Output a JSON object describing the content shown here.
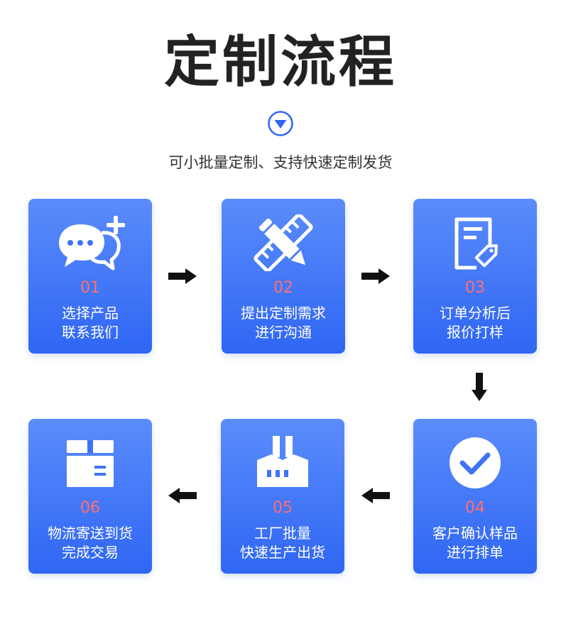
{
  "header": {
    "title": "定制流程",
    "subtitle": "可小批量定制、支持快速定制发货"
  },
  "steps": [
    {
      "num": "01",
      "line1": "选择产品",
      "line2": "联系我们",
      "icon": "chat-bubbles-plus-icon"
    },
    {
      "num": "02",
      "line1": "提出定制需求",
      "line2": "进行沟通",
      "icon": "pencil-ruler-icon"
    },
    {
      "num": "03",
      "line1": "订单分析后",
      "line2": "报价打样",
      "icon": "document-tag-icon"
    },
    {
      "num": "04",
      "line1": "客户确认样品",
      "line2": "进行排单",
      "icon": "check-circle-icon"
    },
    {
      "num": "05",
      "line1": "工厂批量",
      "line2": "快速生产出货",
      "icon": "factory-icon"
    },
    {
      "num": "06",
      "line1": "物流寄送到货",
      "line2": "完成交易",
      "icon": "package-box-icon"
    }
  ],
  "colors": {
    "card_top": "#5b8cfb",
    "card_bottom": "#2f66f3",
    "step_number": "#ff6f6f",
    "title": "#222222",
    "accent": "#2f66f3"
  }
}
